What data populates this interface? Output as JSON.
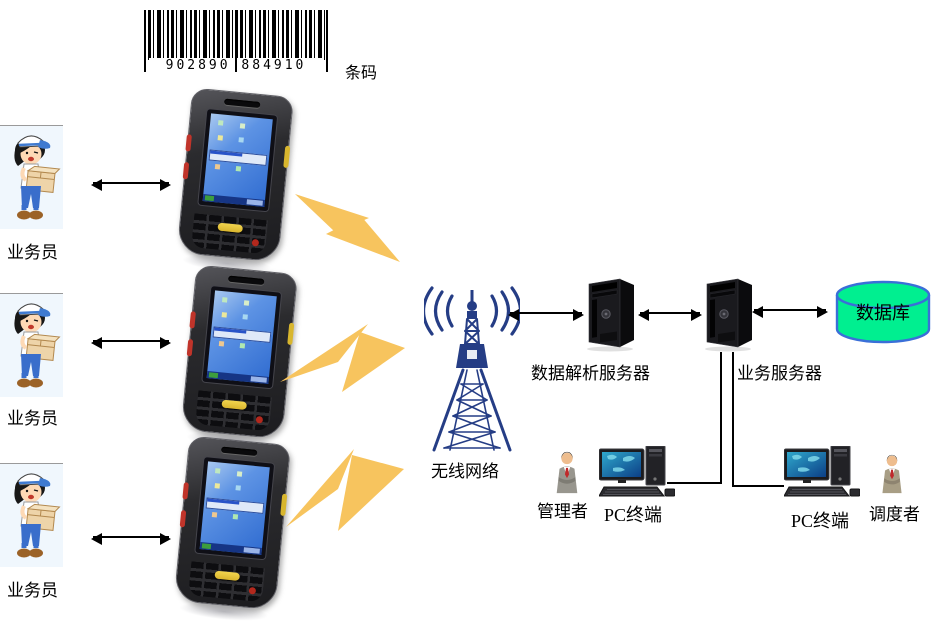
{
  "diagram": {
    "barcode": {
      "digits": "902890 884910",
      "label": "条码"
    },
    "workers": [
      {
        "label": "业务员"
      },
      {
        "label": "业务员"
      },
      {
        "label": "业务员"
      }
    ],
    "wireless": {
      "label": "无线网络"
    },
    "servers": {
      "parse_label": "数据解析服务器",
      "business_label": "业务服务器"
    },
    "database": {
      "label": "数据库"
    },
    "terminals": {
      "manager_label": "管理者",
      "pc1_label": "PC终端",
      "pc2_label": "PC终端",
      "dispatcher_label": "调度者"
    },
    "icons": {
      "barcode-image": "striped-bars",
      "delivery-worker-icon": "cartoon-courier-holding-box",
      "pda-device-icon": "handheld-terminal",
      "lightning-bolt-icon": "zigzag-bolt",
      "radio-tower-icon": "lattice-tower-with-radio-waves",
      "server-icon": "black-tower-server",
      "database-icon": "green-cylinder",
      "pc-terminal-icon": "desktop-computer",
      "manager-icon": "business-person",
      "dispatcher-icon": "business-person",
      "bidirectional-arrow": "double-headed-arrow"
    },
    "colors": {
      "lightning": "#F7C45E",
      "tower": "#253D85",
      "database_fill": "#00EF90",
      "database_stroke": "#3A6FD8"
    }
  }
}
